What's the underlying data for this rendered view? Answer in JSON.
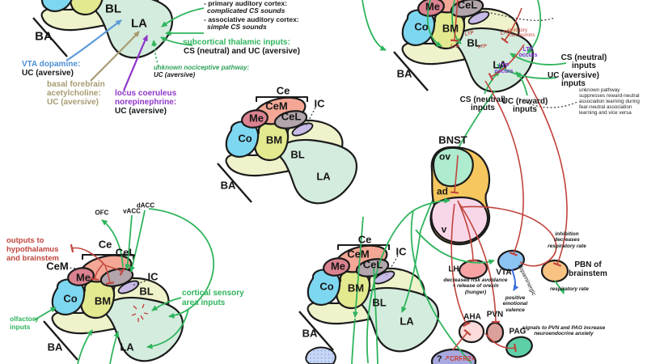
{
  "palette": {
    "green": "#2FB45C",
    "red": "#C0443C",
    "blue": "#5C9BD9",
    "vta_blue": "#3D6FE0",
    "tan": "#A89B72",
    "purple": "#9036C9",
    "ltp_purple": "#7B2FD4",
    "cem": "#F4A795",
    "cel": "#B2A5AB",
    "me": "#DB8290",
    "co": "#7ED7F0",
    "bm": "#E3E98F",
    "bl": "#EFF2CA",
    "la": "#D4ECDE",
    "ic": "#C8BAE6",
    "bnst_ov": "#AEEBCF",
    "bnst_ad": "#F6C75E",
    "bnst_v": "#F8D7E8",
    "lh": "#F7A3A3",
    "vta": "#8CC4F2",
    "pbn": "#F8C382",
    "aha": "#FBDCDA",
    "pvn": "#DCA09A",
    "pag": "#5ECFA6",
    "crfr2": "#A9A9E0"
  },
  "tl": {
    "bl": "BL",
    "la": "LA",
    "ba": "BA",
    "aud_primary": "- primary auditory cortex:",
    "aud_primary_sub": "complicated CS sounds",
    "aud_assoc": "- associative auditory cortex:",
    "aud_assoc_sub": "simple CS sounds",
    "subcortical": "subcortical thalamic inputs:",
    "subcortical_sub": "CS (neutral) and UC (aversive)",
    "nociceptive": "unknown nociceptive pathway:",
    "nociceptive_sub": "UC (aversive)",
    "vta": "VTA dopamine:",
    "vta_sub": "UC (aversive)",
    "bf1": "basal forebrain",
    "bf2": "acetylcholine:",
    "bf3": "UC (aversive)",
    "lc1": "locus coeruleus",
    "lc2": "norepinephrine:",
    "lc3": "UC (aversive)"
  },
  "tr": {
    "me": "Me",
    "cel": "CeL",
    "co": "Co",
    "bm": "BM",
    "bl": "BL",
    "la": "LA",
    "ba": "BA",
    "cs_right": "CS (neutral)",
    "cs_right_sub": "inputs",
    "uc_aversive": "UC (aversive)",
    "uc_aversive_sub": "inputs",
    "cs_bottom": "CS (neutral)",
    "cs_bottom_sub": "inputs",
    "uc_reward": "UC (reward)",
    "uc_reward_sub": "inputs",
    "ltp": "LTP",
    "ltp_occurs": "LTP occurs",
    "inhibitory": "inhibitory interneurons",
    "unknown_pathway": "unknown pathway suppresses reward-neutral association learning during fear-neutral association learning and vice versa"
  },
  "ctr": {
    "ce": "Ce",
    "cem": "CeM",
    "cel": "CeL",
    "me": "Me",
    "co": "Co",
    "bm": "BM",
    "bl": "BL",
    "la": "LA",
    "ba": "BA",
    "ic": "IC"
  },
  "bld": {
    "ce": "Ce",
    "cem": "CeM",
    "cel": "CeL",
    "me": "Me",
    "co": "Co",
    "bm": "BM",
    "bl": "BL",
    "la": "LA",
    "ba": "BA",
    "ic": "IC",
    "ofc": "OFC",
    "vacc": "vACC",
    "dacc": "dACC",
    "outputs": "outputs to hypothalamus and brainstem",
    "cortical": "cortical sensory area inputs",
    "olfactory": "olfactory inputs"
  },
  "bc": {
    "ce": "Ce",
    "cem": "CeM",
    "cel": "CeL",
    "me": "Me",
    "co": "Co",
    "bm": "BM",
    "bl": "BL",
    "la": "LA",
    "ba": "BA",
    "ic": "IC"
  },
  "bnst": {
    "title": "BNST",
    "ov": "ov",
    "ad": "ad",
    "v": "v",
    "lh": "LH",
    "vta": "VTA",
    "pbn": "PBN of brainstem",
    "aha": "AHA",
    "pvn": "PVN",
    "pag": "PAG",
    "crfr2": "CRFR2+",
    "question": "?",
    "arrow": "↗",
    "inhibition": "inhibition decreases respiratory rate",
    "respiratory": "respiratory rate",
    "decreased": "decreased risk avoidance + release of orexin (hunger)",
    "positive": "positive emotional valence",
    "dopaminergic": "dopaminergic",
    "signals": "signals to PVN and PAG increase neuroendocrine anxiety"
  }
}
